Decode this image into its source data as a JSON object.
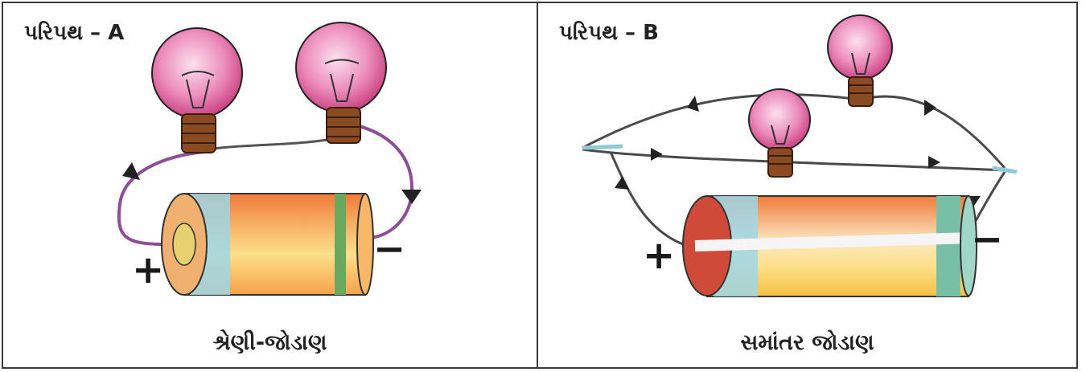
{
  "panel_a": {
    "title": "પરિપથ – A",
    "caption": "શ્રેણી-જોડાણ",
    "plus": "+",
    "minus": "−"
  },
  "panel_b": {
    "title": "પરિપથ – B",
    "caption": "સમાંતર જોડાણ",
    "plus": "+",
    "minus": "−"
  },
  "colors": {
    "bulb_glass": "#e06aa0",
    "bulb_base": "#8a4a22",
    "battery_body": "#f0a050",
    "battery_cap": "#7fcce0",
    "battery_band": "#6aa860",
    "wire_a": "#9a5aa0",
    "wire_b": "#8fcad8"
  }
}
